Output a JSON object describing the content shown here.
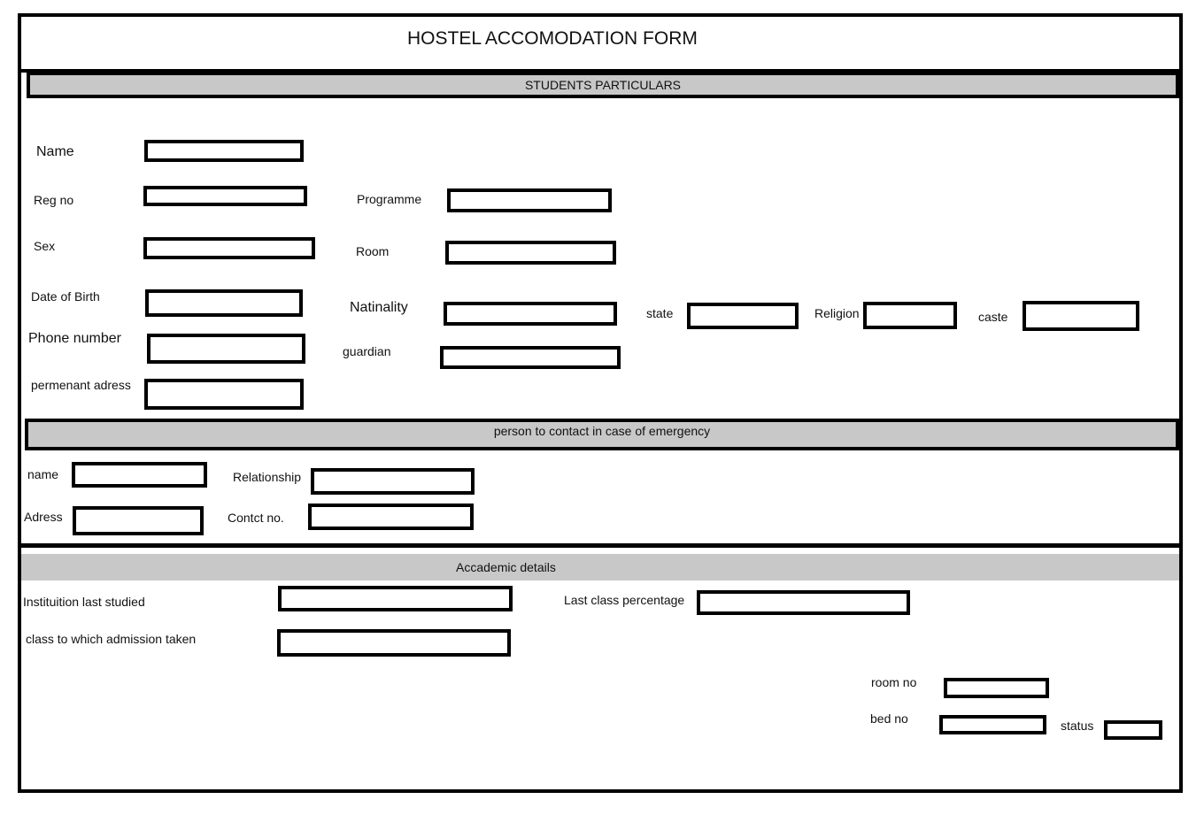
{
  "form": {
    "title": "HOSTEL ACCOMODATION FORM",
    "sections": {
      "students": "STUDENTS PARTICULARS",
      "emergency": "person to contact in case of emergency",
      "academic": "Accademic details"
    },
    "students": {
      "name_label": "Name",
      "regno_label": "Reg no",
      "programme_label": "Programme",
      "sex_label": "Sex",
      "room_label": "Room",
      "dob_label": "Date of Birth",
      "nationality_label": "Natinality",
      "state_label": "state",
      "religion_label": "Religion",
      "caste_label": "caste",
      "phone_label": "Phone number",
      "guardian_label": "guardian",
      "address_label": "permenant adress"
    },
    "emergency": {
      "name_label": "name",
      "relationship_label": "Relationship",
      "address_label": "Adress",
      "contact_label": "Contct no."
    },
    "academic": {
      "institution_label": "Instituition last studied",
      "percentage_label": "Last class percentage",
      "admission_class_label": "class to which admission taken",
      "room_no_label": "room no",
      "bed_no_label": "bed no",
      "status_label": "status"
    }
  }
}
